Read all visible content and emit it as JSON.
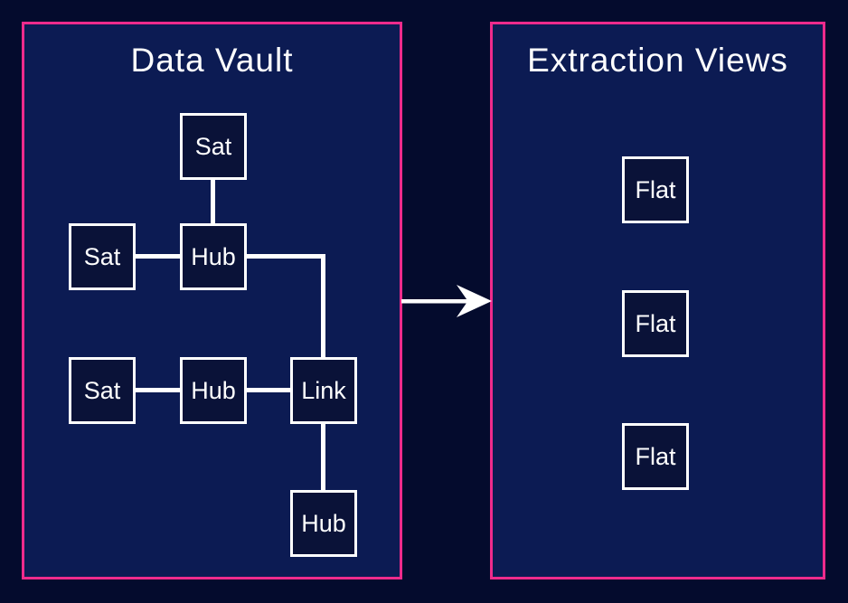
{
  "colors": {
    "background": "#040B2D",
    "panel_fill": "#0C1B53",
    "panel_border": "#EE2B8C",
    "node_fill": "#0A1238",
    "node_border": "#FFFFFF",
    "connector": "#FFFFFF",
    "text": "#FFFFFF"
  },
  "left_panel": {
    "title": "Data Vault",
    "nodes": [
      {
        "id": "sat-top",
        "label": "Sat"
      },
      {
        "id": "sat-left-upper",
        "label": "Sat"
      },
      {
        "id": "hub-upper",
        "label": "Hub"
      },
      {
        "id": "sat-left-lower",
        "label": "Sat"
      },
      {
        "id": "hub-lower",
        "label": "Hub"
      },
      {
        "id": "link",
        "label": "Link"
      },
      {
        "id": "hub-bottom",
        "label": "Hub"
      }
    ],
    "edges": [
      {
        "from": "sat-top",
        "to": "hub-upper"
      },
      {
        "from": "sat-left-upper",
        "to": "hub-upper"
      },
      {
        "from": "hub-upper",
        "to": "link"
      },
      {
        "from": "sat-left-lower",
        "to": "hub-lower"
      },
      {
        "from": "hub-lower",
        "to": "link"
      },
      {
        "from": "link",
        "to": "hub-bottom"
      }
    ]
  },
  "arrow": {
    "direction": "right",
    "from": "Data Vault",
    "to": "Extraction Views"
  },
  "right_panel": {
    "title": "Extraction Views",
    "nodes": [
      {
        "id": "flat-1",
        "label": "Flat"
      },
      {
        "id": "flat-2",
        "label": "Flat"
      },
      {
        "id": "flat-3",
        "label": "Flat"
      }
    ]
  }
}
